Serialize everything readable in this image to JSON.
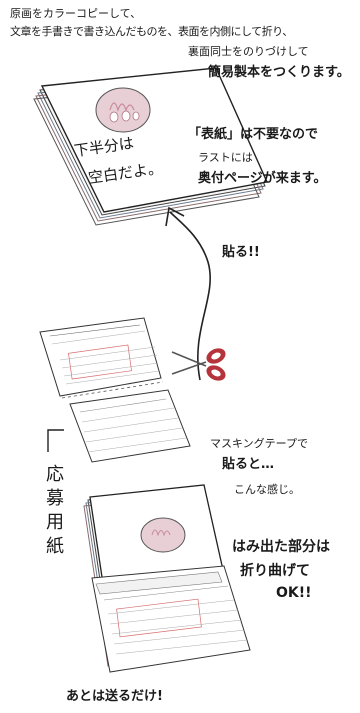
{
  "intro": {
    "line1": "原画をカラーコピーして、",
    "line2": "文章を手書きで書き込んだものを、表面を内側にして折り、",
    "line3": "裏面同士をのりづけして",
    "line4": "簡易製本をつくります。"
  },
  "book_page": {
    "line1": "下半分は",
    "line2": "空白だよ。"
  },
  "note": {
    "line1": "「表紙」は不要なので",
    "line2": "ラストには",
    "line3": "奥付ページが来ます。"
  },
  "paste_label": "貼る!!",
  "form_label": "応募用紙",
  "tape_note": {
    "line1": "マスキングテープで",
    "line2": "貼ると…",
    "line3": "こんな感じ。"
  },
  "fold_note": {
    "line1": "はみ出た部分は",
    "line2": "折り曲げて",
    "line3": "OK!!"
  },
  "closing": "あとは送るだけ!",
  "colors": {
    "ink": "#1a1a1a",
    "illustration_pink": "#e8cfd6",
    "scissors_red": "#b5333a",
    "form_red": "#d86a6a"
  },
  "icons": [
    "scissors-icon",
    "arrow-icon",
    "corner-bracket-icon"
  ]
}
